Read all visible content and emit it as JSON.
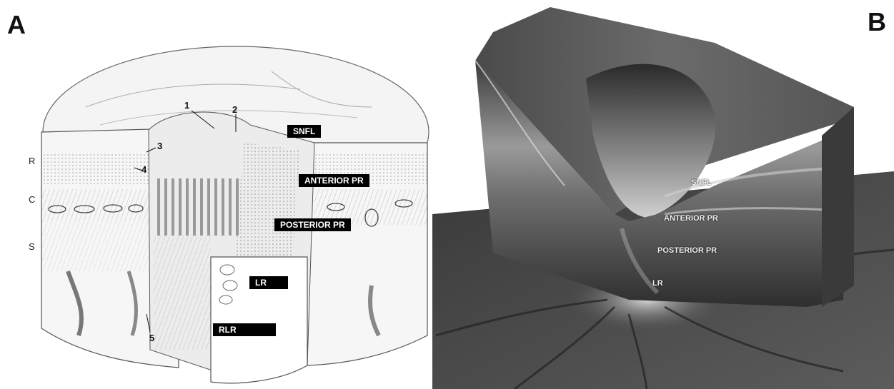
{
  "panel_a": {
    "letter": "A",
    "labels": {
      "snfl": "SNFL",
      "anterior_pr": "ANTERIOR PR",
      "posterior_pr": "POSTERIOR PR",
      "lr": "LR",
      "rlr": "RLR"
    },
    "side_labels": {
      "r": "R",
      "c": "C",
      "s": "S"
    },
    "numbers": [
      "1",
      "2",
      "3",
      "4",
      "5"
    ]
  },
  "panel_b": {
    "letter": "B",
    "labels": {
      "snfl": "SNFL",
      "anterior_pr": "ANTERIOR PR",
      "posterior_pr": "POSTERIOR PR",
      "lr": "LR"
    }
  }
}
